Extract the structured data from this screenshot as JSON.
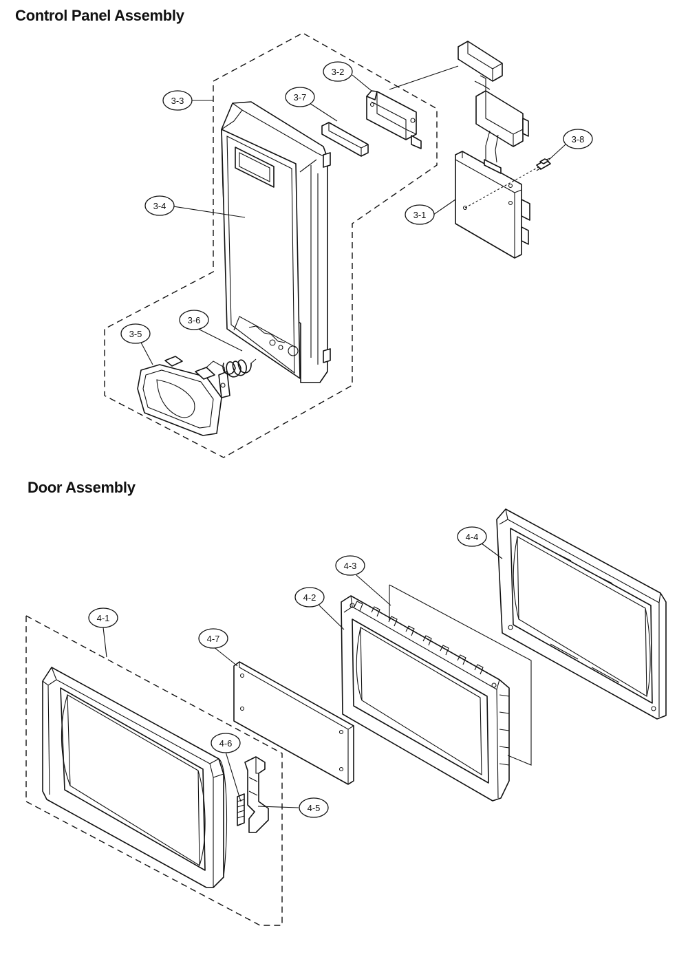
{
  "sections": {
    "control_panel": {
      "title": "Control Panel Assembly"
    },
    "door": {
      "title": "Door Assembly"
    }
  },
  "callouts": {
    "c3_1": "3-1",
    "c3_2": "3-2",
    "c3_3": "3-3",
    "c3_4": "3-4",
    "c3_5": "3-5",
    "c3_6": "3-6",
    "c3_7": "3-7",
    "c3_8": "3-8",
    "c4_1": "4-1",
    "c4_2": "4-2",
    "c4_3": "4-3",
    "c4_4": "4-4",
    "c4_5": "4-5",
    "c4_6": "4-6",
    "c4_7": "4-7"
  }
}
